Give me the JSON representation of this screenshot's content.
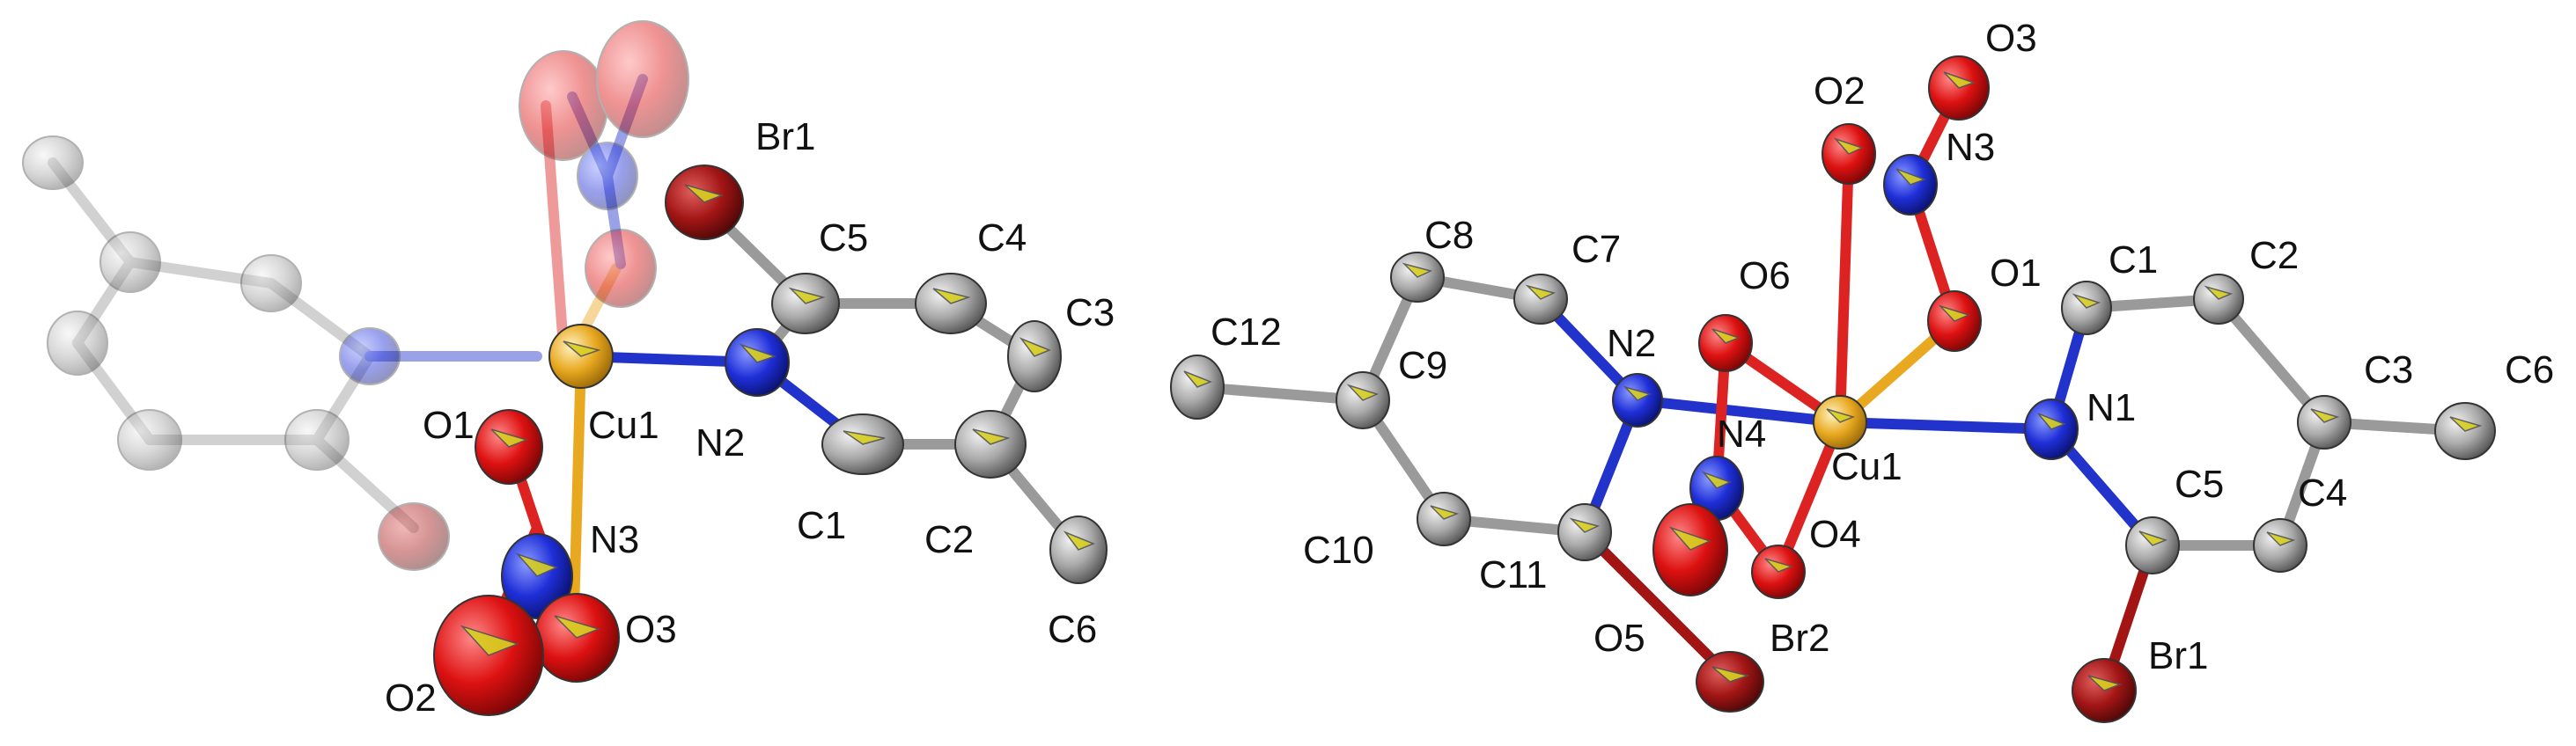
{
  "colors": {
    "cu": "#e0a020",
    "n": "#1f2fd8",
    "o": "#dd1111",
    "br": "#a31515",
    "c": "#a9a9a9",
    "octant": "#d8d020",
    "bond_c": "#9a9a9a",
    "bond_n": "#2233cc",
    "bond_o": "#dd2222",
    "bond_cu": "#e8a820"
  },
  "left_molecule": {
    "labels": {
      "br1": "Br1",
      "c5": "C5",
      "c4": "C4",
      "c3": "C3",
      "o1": "O1",
      "cu1": "Cu1",
      "n2": "N2",
      "n3": "N3",
      "c1": "C1",
      "c2": "C2",
      "o3": "O3",
      "o2": "O2",
      "c6": "C6"
    }
  },
  "right_molecule": {
    "labels": {
      "o3": "O3",
      "o2": "O2",
      "n3": "N3",
      "c8": "C8",
      "c7": "C7",
      "o6": "O6",
      "o1": "O1",
      "c1": "C1",
      "c2": "C2",
      "c12": "C12",
      "n2": "N2",
      "c9": "C9",
      "c3": "C3",
      "c6": "C6",
      "n1": "N1",
      "n4": "N4",
      "cu1": "Cu1",
      "c5": "C5",
      "c4": "C4",
      "c10": "C10",
      "o4": "O4",
      "c11": "C11",
      "o5": "O5",
      "br2": "Br2",
      "br1": "Br1"
    }
  }
}
